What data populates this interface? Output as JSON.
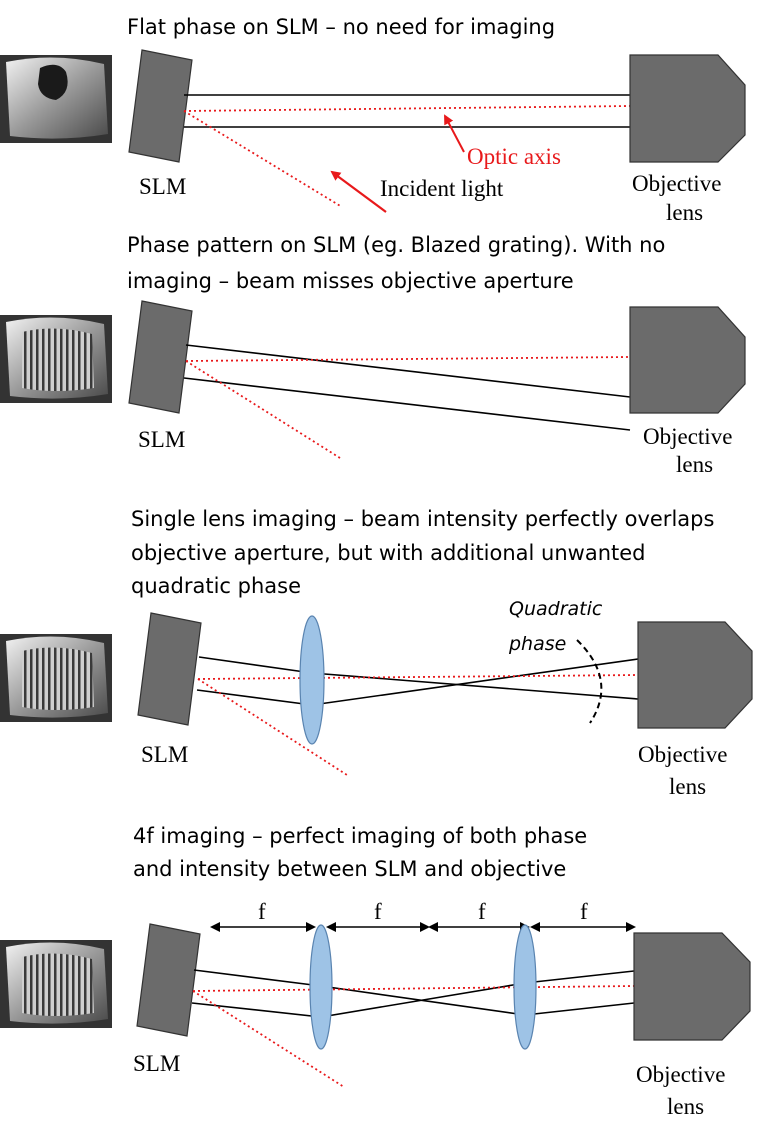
{
  "panels": [
    {
      "caption": [
        "Flat phase on SLM – no need for imaging"
      ],
      "slm_label": "SLM",
      "objective_label": [
        "Objective",
        "lens"
      ],
      "optic_axis_label": "Optic axis",
      "incident_label": "Incident light"
    },
    {
      "caption": [
        "Phase pattern on SLM (eg. Blazed grating). With no",
        "imaging – beam misses objective aperture"
      ],
      "slm_label": "SLM",
      "objective_label": [
        "Objective",
        "lens"
      ]
    },
    {
      "caption": [
        "Single lens imaging – beam intensity perfectly overlaps",
        "objective aperture, but with additional unwanted",
        "quadratic phase"
      ],
      "slm_label": "SLM",
      "objective_label": [
        "Objective",
        "lens"
      ],
      "quadratic_label": [
        "Quadratic",
        "phase"
      ]
    },
    {
      "caption": [
        "4f imaging – perfect imaging of both phase",
        "and intensity between SLM and objective"
      ],
      "slm_label": "SLM",
      "objective_label": [
        "Objective",
        "lens"
      ],
      "f_labels": [
        "f",
        "f",
        "f",
        "f"
      ]
    }
  ],
  "colors": {
    "optic_axis": "#e8191b",
    "device": "#6b6b6b",
    "lens": "#9ec3e6"
  },
  "icons": {
    "phase_flat": "slm-phase-flat-icon",
    "phase_grating": "slm-phase-grating-icon"
  }
}
